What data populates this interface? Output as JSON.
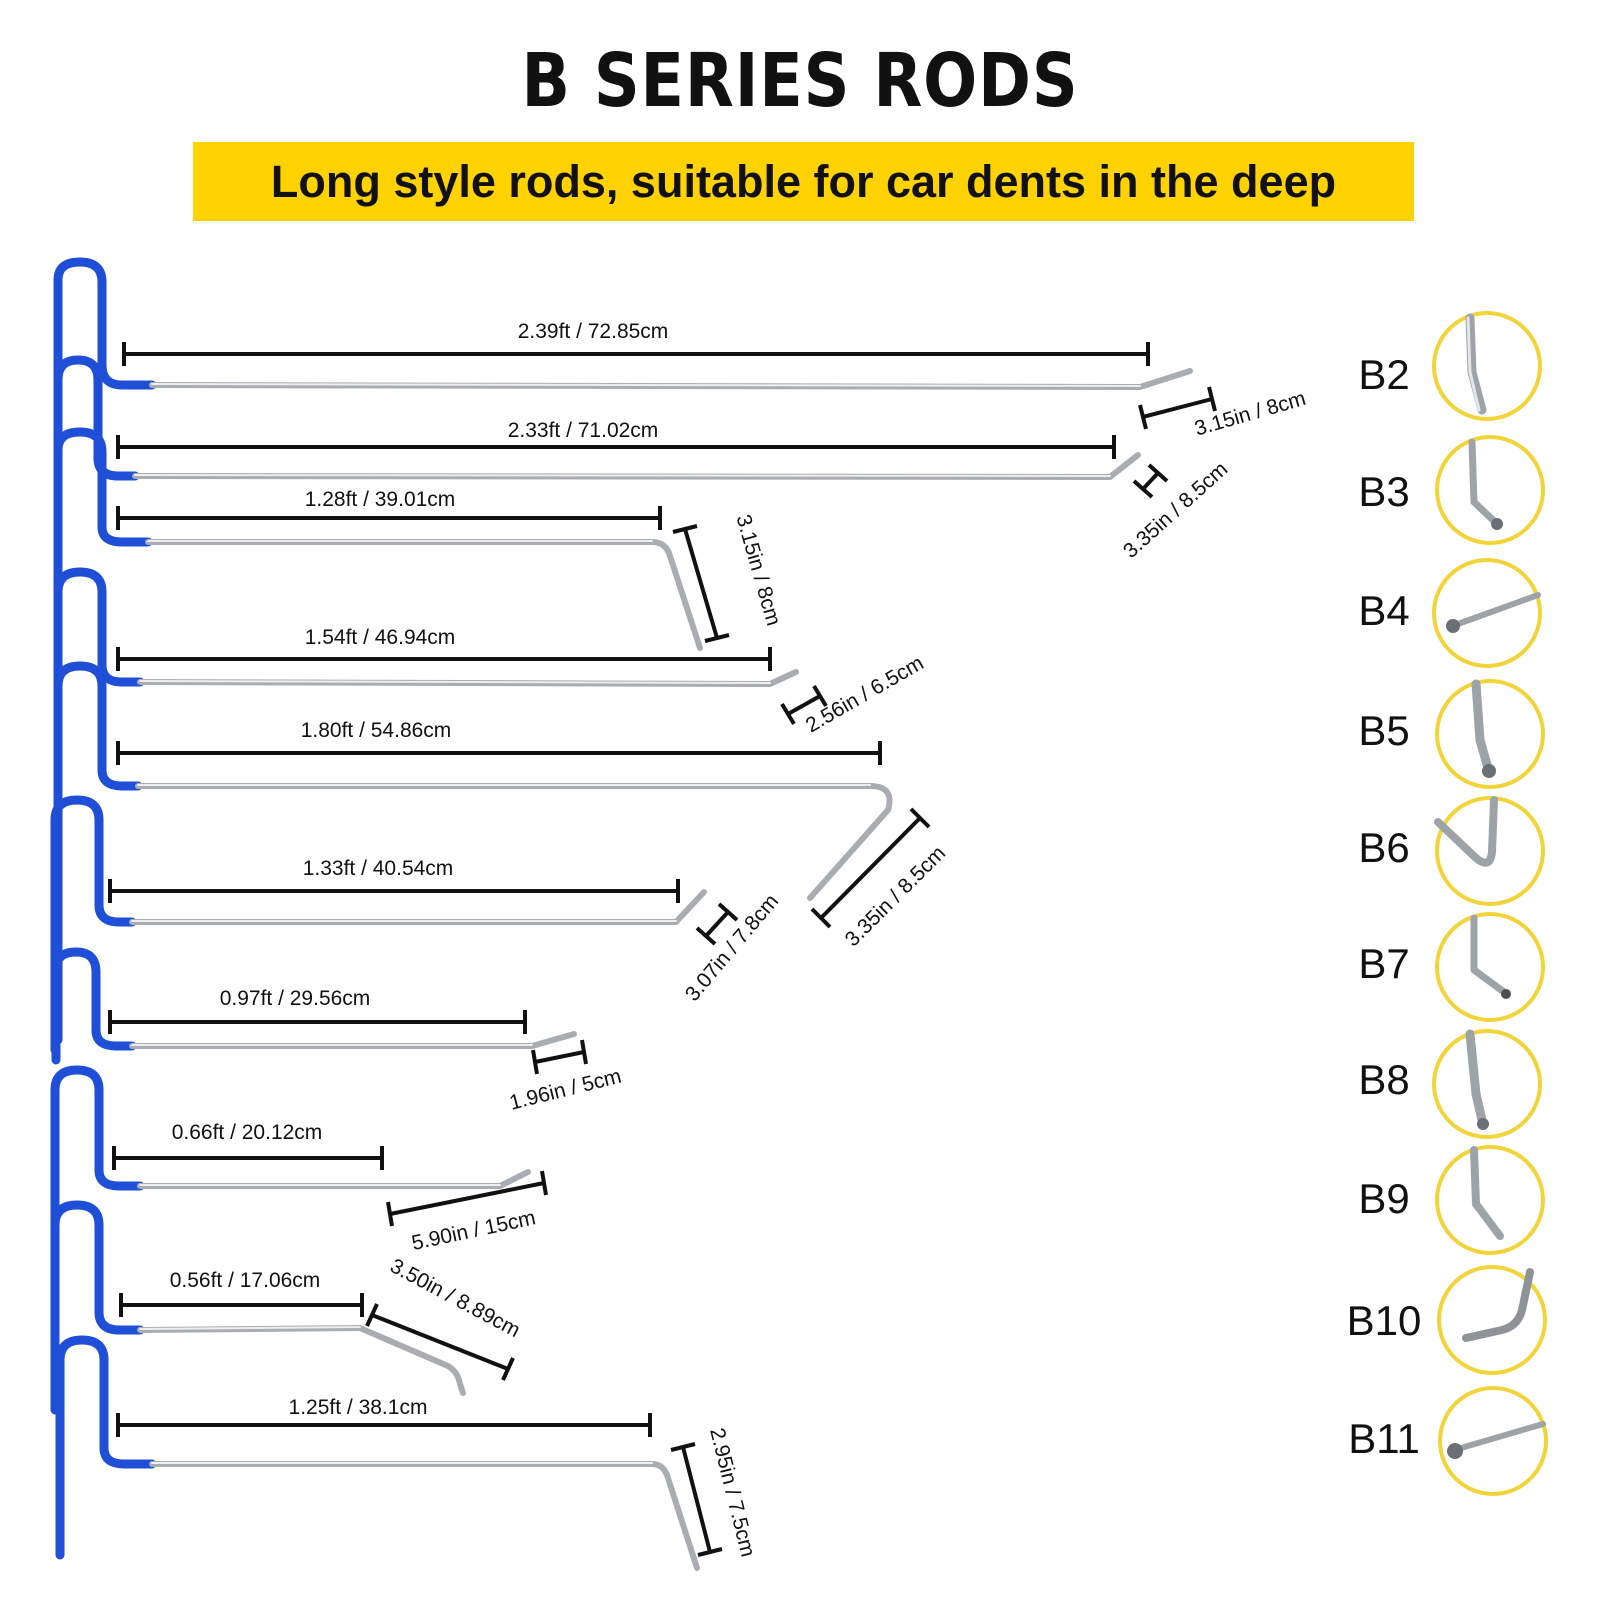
{
  "title": "B SERIES RODS",
  "subtitle": "Long style rods, suitable for car dents in the deep",
  "colors": {
    "accent_yellow": "#ffd200",
    "handle_blue": "#1f4fd6",
    "rod_steel": "#b9bcc0",
    "ring_yellow": "#f2d43a"
  },
  "rods": [
    {
      "length": "2.39ft / 72.85cm",
      "tip": "3.15in / 8cm"
    },
    {
      "length": "2.33ft / 71.02cm",
      "tip": "3.35in / 8.5cm"
    },
    {
      "length": "1.28ft / 39.01cm",
      "tip": "3.15in / 8cm"
    },
    {
      "length": "1.54ft / 46.94cm",
      "tip": "2.56in / 6.5cm"
    },
    {
      "length": "1.80ft / 54.86cm",
      "tip": "3.35in / 8.5cm"
    },
    {
      "length": "1.33ft / 40.54cm",
      "tip": "3.07in / 7.8cm"
    },
    {
      "length": "0.97ft / 29.56cm",
      "tip": "1.96in / 5cm"
    },
    {
      "length": "0.66ft / 20.12cm",
      "tip": "5.90in / 15cm"
    },
    {
      "length": "0.56ft / 17.06cm",
      "tip": "3.50in / 8.89cm"
    },
    {
      "length": "1.25ft / 38.1cm",
      "tip": "2.95in / 7.5cm"
    }
  ],
  "tip_codes": [
    "B2",
    "B3",
    "B4",
    "B5",
    "B6",
    "B7",
    "B8",
    "B9",
    "B10",
    "B11"
  ]
}
